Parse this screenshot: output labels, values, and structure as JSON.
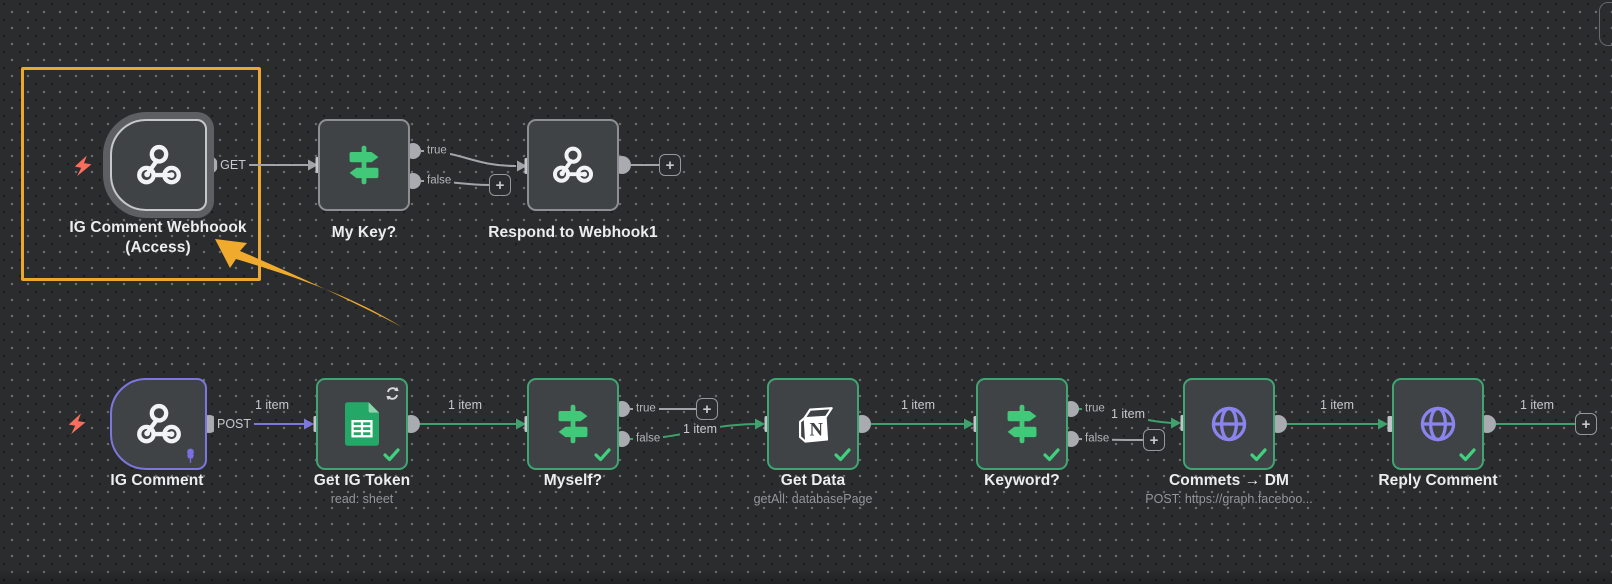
{
  "workflow": {
    "nodes": {
      "webhook_access": {
        "label": "IG Comment Webhoook (Access)",
        "endpoint": "GET",
        "type": "webhook-trigger"
      },
      "my_key": {
        "label": "My Key?",
        "type": "if"
      },
      "respond": {
        "label": "Respond to Webhook1",
        "type": "respond-to-webhook"
      },
      "ig_comment": {
        "label": "IG Comment",
        "endpoint": "POST",
        "type": "webhook-trigger",
        "pinned": true
      },
      "get_ig_token": {
        "label": "Get IG Token",
        "subtitle": "read: sheet",
        "type": "google-sheets"
      },
      "myself": {
        "label": "Myself?",
        "type": "if"
      },
      "get_data": {
        "label": "Get Data",
        "subtitle": "getAll: databasePage",
        "type": "notion"
      },
      "keyword": {
        "label": "Keyword?",
        "type": "if"
      },
      "commets_dm": {
        "label": "Commets → DM",
        "subtitle": "POST: https://graph.faceboo...",
        "type": "http-request"
      },
      "reply_comment": {
        "label": "Reply Comment",
        "type": "http-request"
      }
    },
    "labels": {
      "item": "1 item",
      "true_branch": "true",
      "false_branch": "false",
      "plus": "+"
    }
  },
  "icons": {
    "trigger": "lightning-bolt",
    "webhook": "webhook-rings",
    "if_node": "signpost",
    "google_sheets": "spreadsheet-file",
    "notion": "notion-cube",
    "http_request": "globe",
    "pinned": "pushpin",
    "success": "checkmark",
    "retry": "refresh-loop",
    "add": "plus"
  },
  "colors": {
    "canvas": "#2b2c2e",
    "node_fill": "#404346",
    "success_green": "#3fa572",
    "icon_green": "#41c878",
    "pinned_purple": "#7d77dd",
    "http_purple": "#8b84ef",
    "trigger_red": "#fb6d5d",
    "highlight_orange": "#eca72c",
    "grey_line": "#a3a4a9"
  }
}
